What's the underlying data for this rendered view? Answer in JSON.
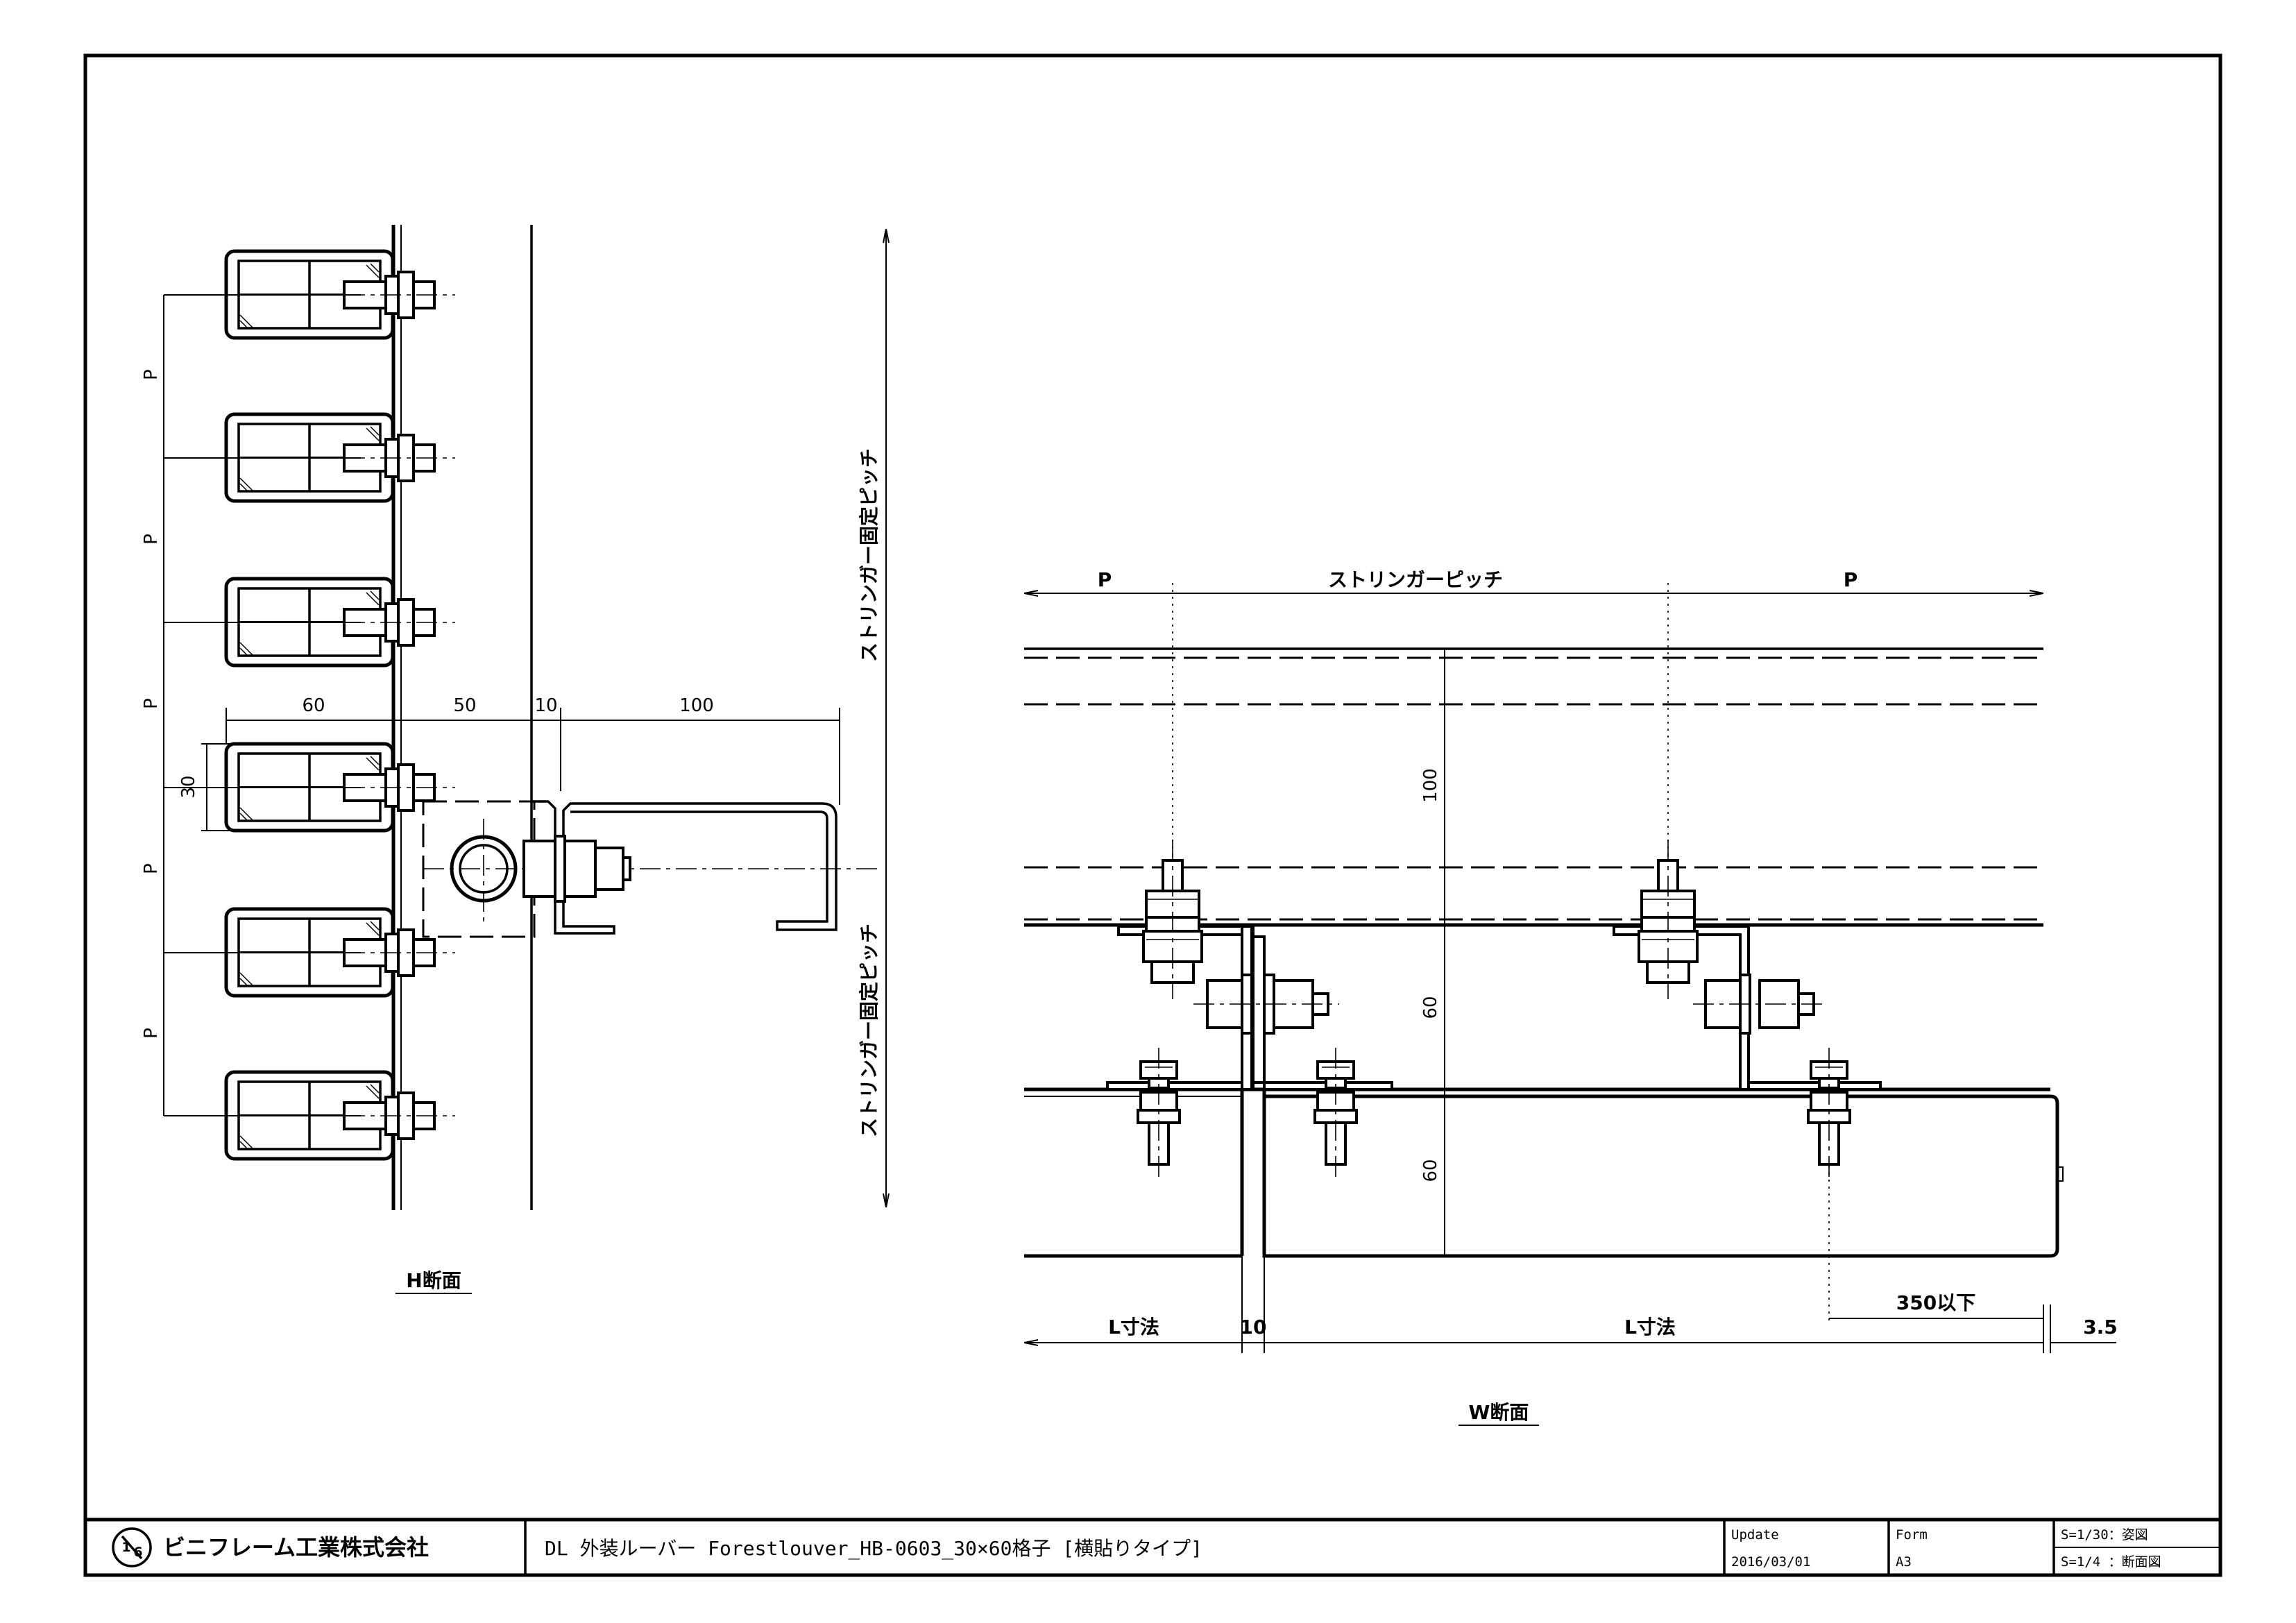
{
  "title_block": {
    "company_name": "ビニフレーム工業株式会社",
    "drawing_title": "DL 外装ルーバー Forestlouver_HB-0603_30×60格子 [横貼りタイプ]",
    "update_label": "Update",
    "update_date": "2016/03/01",
    "form_label": "Form",
    "form_value": "A3",
    "scale_1": "S=1/30：姿図",
    "scale_2": "S=1/4 ：断面図"
  },
  "h_section": {
    "caption": "H断面",
    "pitch_label": "P",
    "stringer_pitch_label": "ストリンガー固定ピッチ",
    "dims": {
      "d60": "60",
      "d50": "50",
      "d10": "10",
      "d100": "100",
      "d30": "30"
    }
  },
  "w_section": {
    "caption": "W断面",
    "pitch_label": "P",
    "stringer_pitch_label": "ストリンガーピッチ",
    "dims": {
      "v100": "100",
      "v60a": "60",
      "v60b": "60",
      "max350": "350以下",
      "l_dim": "L寸法",
      "gap10": "10",
      "end35": "3.5"
    }
  }
}
